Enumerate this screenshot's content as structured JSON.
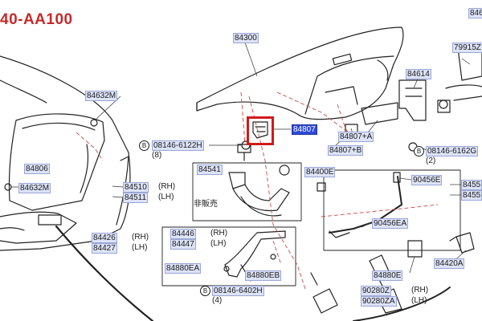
{
  "title": "40-AA100",
  "colors": {
    "title": "#c52a2a",
    "label_bg": "#dde3f7",
    "highlight_bg": "#2f4bd6",
    "highlight_box": "#d11a1a"
  },
  "labels": {
    "p84300": "84300",
    "p84632m_top": "84632M",
    "p84632m_bot": "84632M",
    "p84806": "84806",
    "p84510": "84510",
    "p84511": "84511",
    "rh_84510": "(RH)",
    "lh_84511": "(LH)",
    "p84426": "84426",
    "p84427": "84427",
    "rh_84426": "(RH)",
    "lh_84427": "(LH)",
    "p84807": "84807",
    "p84807a": "84807+A",
    "p84807b": "84807+B",
    "p84614": "84614",
    "p79915": "79915Z",
    "p08146_6122": "08146-6122H",
    "qty_6122": "(8)",
    "p08146_6162": "08146-6162G",
    "qty_6162": "(2)",
    "p84541": "84541",
    "p84400e": "84400E",
    "not_for_sale": "非販売",
    "rh_841": "(RH)",
    "lh_841": "(LH)",
    "p90456e": "90456E",
    "p90456ea": "90456EA",
    "p845_top": "8455",
    "p845_bot": "8455",
    "p84446": "84446",
    "p84447": "84447",
    "rh_84446": "(RH)",
    "lh_84447": "(LH)",
    "p84880ea": "84880EA",
    "p84880eb": "84880EB",
    "p84880e": "84880E",
    "p84420a": "84420A",
    "p08146_6402": "08146-6402H",
    "qty_6402": "(4)",
    "p90280z": "90280Z",
    "p90280za": "90280ZA",
    "rh_90280": "(RH)",
    "lh_90280": "(LH)",
    "p846": "846",
    "b1": "B",
    "b2": "B",
    "b3": "B"
  }
}
